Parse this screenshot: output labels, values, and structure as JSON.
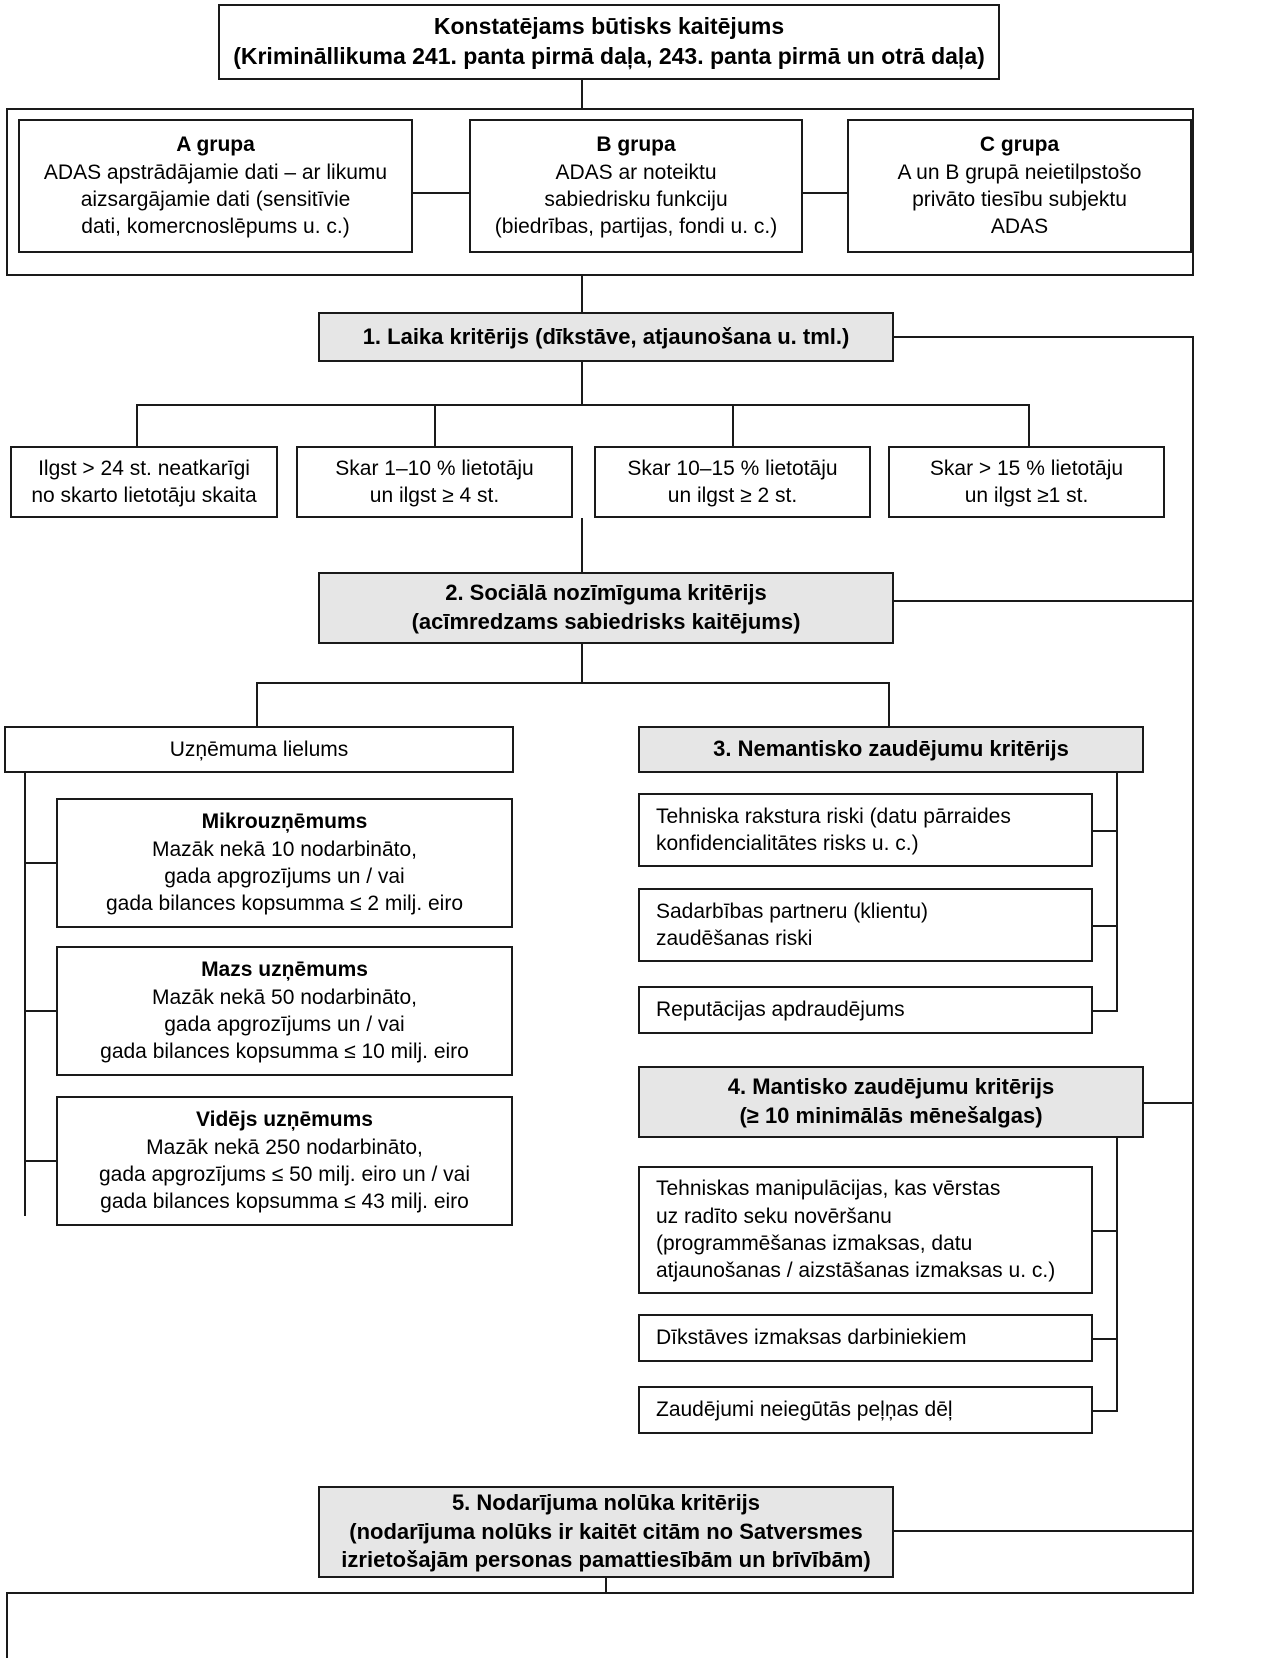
{
  "diagram": {
    "title_box": {
      "line1": "Konstatējams būtisks kaitējums",
      "line2": "(Krimināllikuma 241. panta pirmā daļa, 243. panta pirmā un otrā daļa)"
    },
    "groups": [
      {
        "heading": "A grupa",
        "line1": "ADAS apstrādājamie dati – ar likumu",
        "line2": "aizsargājamie dati (sensitīvie",
        "line3": "dati, komercnoslēpums u. c.)"
      },
      {
        "heading": "B grupa",
        "line1": "ADAS ar noteiktu",
        "line2": "sabiedrisku funkciju",
        "line3": "(biedrības, partijas, fondi u. c.)"
      },
      {
        "heading": "C grupa",
        "line1": "A un B grupā neietilpstošo",
        "line2": "privāto tiesību subjektu",
        "line3": "ADAS"
      }
    ],
    "criterion1": {
      "title": "1. Laika kritērijs (dīkstāve, atjaunošana u. tml.)",
      "items": [
        {
          "line1": "Ilgst > 24 st. neatkarīgi",
          "line2": "no skarto lietotāju skaita"
        },
        {
          "line1": "Skar 1–10 % lietotāju",
          "line2": "un ilgst ≥ 4 st."
        },
        {
          "line1": "Skar 10–15 % lietotāju",
          "line2": "un ilgst ≥ 2 st."
        },
        {
          "line1": "Skar > 15 % lietotāju",
          "line2": "un ilgst ≥1 st."
        }
      ]
    },
    "criterion2": {
      "title_line1": "2. Sociālā nozīmīguma kritērijs",
      "title_line2": "(acīmredzams sabiedrisks kaitējums)",
      "company_size_label": "Uzņēmuma lielums",
      "sizes": [
        {
          "heading": "Mikrouzņēmums",
          "line1": "Mazāk nekā 10 nodarbināto,",
          "line2": "gada apgrozījums un / vai",
          "line3": "gada bilances kopsumma ≤ 2 milj. eiro"
        },
        {
          "heading": "Mazs uzņēmums",
          "line1": "Mazāk nekā 50 nodarbināto,",
          "line2": "gada apgrozījums un / vai",
          "line3": "gada bilances kopsumma ≤ 10 milj. eiro"
        },
        {
          "heading": "Vidējs uzņēmums",
          "line1": "Mazāk nekā 250 nodarbināto,",
          "line2": "gada apgrozījums ≤ 50 milj. eiro un / vai",
          "line3": "gada bilances kopsumma ≤ 43 milj. eiro"
        }
      ]
    },
    "criterion3": {
      "title": "3. Nemantisko zaudējumu kritērijs",
      "items": [
        {
          "line1": "Tehniska rakstura riski (datu pārraides",
          "line2": "konfidencialitātes risks u. c.)"
        },
        {
          "line1": "Sadarbības partneru (klientu)",
          "line2": "zaudēšanas riski"
        },
        {
          "line1": "Reputācijas apdraudējums",
          "line2": ""
        }
      ]
    },
    "criterion4": {
      "title_line1": "4. Mantisko zaudējumu kritērijs",
      "title_line2": "(≥ 10 minimālās mēnešalgas)",
      "items": [
        {
          "line1": "Tehniskas manipulācijas, kas vērstas",
          "line2": "uz radīto seku novēršanu",
          "line3": "(programmēšanas izmaksas, datu",
          "line4": "atjaunošanas / aizstāšanas izmaksas u. c.)"
        },
        {
          "line1": "Dīkstāves izmaksas darbiniekiem",
          "line2": "",
          "line3": "",
          "line4": ""
        },
        {
          "line1": "Zaudējumi neiegūtās peļņas dēļ",
          "line2": "",
          "line3": "",
          "line4": ""
        }
      ]
    },
    "criterion5": {
      "title_line1": "5. Nodarījuma nolūka kritērijs",
      "title_line2": "(nodarījuma nolūks ir kaitēt citām no Satversmes",
      "title_line3": "izrietošajām personas pamattiesībām un brīvībām)"
    },
    "colors": {
      "shaded_fill": "#e6e6e6",
      "border": "#1a1a1a",
      "background": "#ffffff"
    }
  }
}
